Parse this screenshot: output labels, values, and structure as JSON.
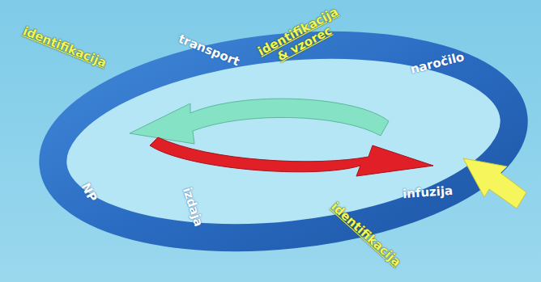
{
  "diagram": {
    "labels": [
      "identifikacija",
      "transport",
      "identifikacija & vzorec",
      "naročilo",
      "NP",
      "izdaja",
      "infuzija",
      "identifikacija"
    ]
  }
}
